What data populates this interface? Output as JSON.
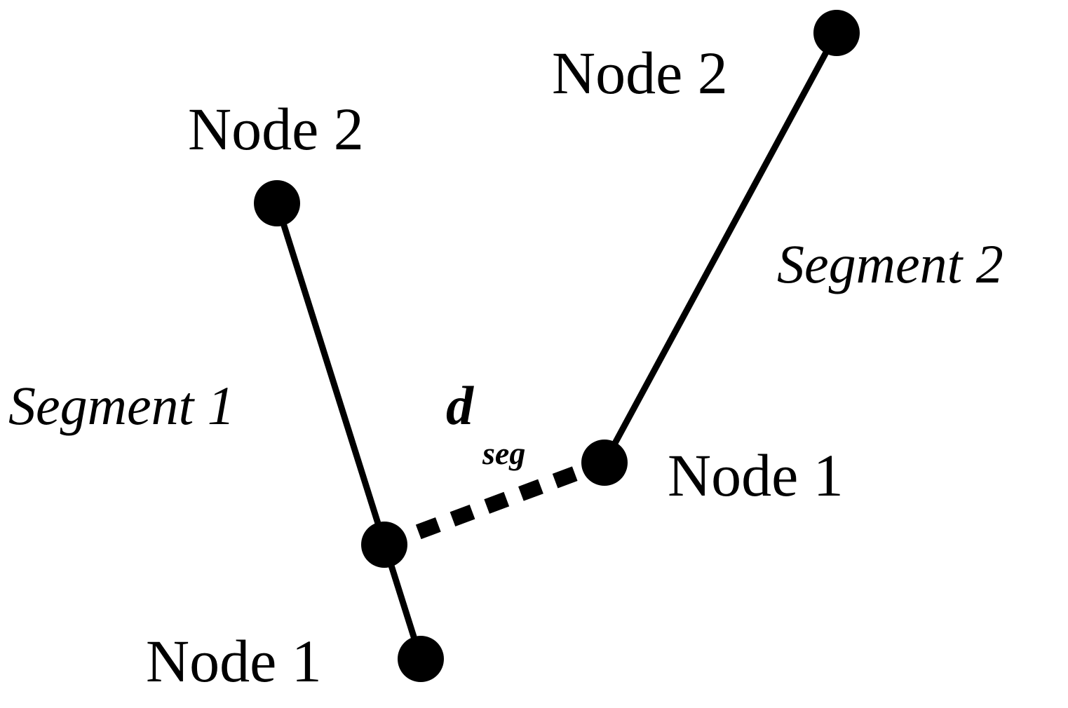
{
  "diagram": {
    "segment1": {
      "label": "Segment 1",
      "node1_label": "Node 1",
      "node2_label": "Node 2"
    },
    "segment2": {
      "label": "Segment 2",
      "node1_label": "Node 1",
      "node2_label": "Node 2"
    },
    "distance": {
      "symbol": "d",
      "subscript": "seg"
    },
    "colors": {
      "line": "#000000",
      "node": "#000000",
      "background": "#ffffff"
    }
  }
}
